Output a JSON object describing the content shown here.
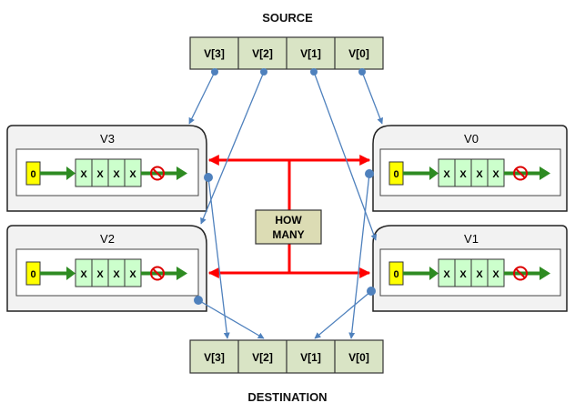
{
  "source": {
    "title": "SOURCE",
    "cells": [
      "V[3]",
      "V[2]",
      "V[1]",
      "V[0]"
    ]
  },
  "destination": {
    "title": "DESTINATION",
    "cells": [
      "V[3]",
      "V[2]",
      "V[1]",
      "V[0]"
    ]
  },
  "center_label": {
    "line1": "HOW",
    "line2": "MANY"
  },
  "panels": [
    {
      "id": "v3",
      "title": "V3",
      "start": "0",
      "queue": [
        "X",
        "X",
        "X",
        "X"
      ]
    },
    {
      "id": "v0",
      "title": "V0",
      "start": "0",
      "queue": [
        "X",
        "X",
        "X",
        "X"
      ]
    },
    {
      "id": "v2",
      "title": "V2",
      "start": "0",
      "queue": [
        "X",
        "X",
        "X",
        "X"
      ]
    },
    {
      "id": "v1",
      "title": "V1",
      "start": "0",
      "queue": [
        "X",
        "X",
        "X",
        "X"
      ]
    }
  ],
  "colors": {
    "vector_cell_fill": "#d9e4c5",
    "panel_fill": "#f2f2f2",
    "queue_fill": "#ccffcc",
    "start_fill": "#ffff00",
    "arrow_green": "#2e8b22",
    "link_blue": "#4f81bd",
    "broadcast_red": "#ff0000",
    "stop_red": "#dd0000",
    "label_box_fill": "#dcdcb4"
  }
}
